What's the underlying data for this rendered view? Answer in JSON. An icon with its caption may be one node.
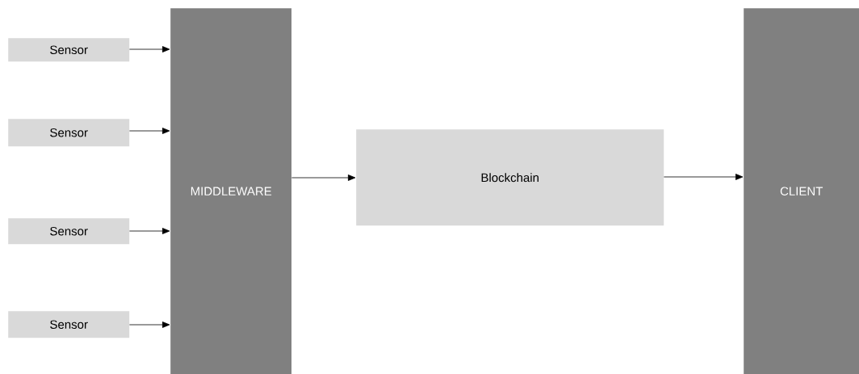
{
  "diagram": {
    "nodes": [
      {
        "text": [
          "Sensor"
        ]
      },
      {
        "text": [
          "Sensor"
        ]
      },
      {
        "text": [
          "Sensor"
        ]
      },
      {
        "text": [
          "Sensor"
        ]
      },
      {
        "text": [
          "MIDDLEWARE"
        ]
      },
      {
        "text": [
          "Blockchain"
        ]
      },
      {
        "text": [
          "CLIENT"
        ]
      }
    ],
    "edges": [
      {
        "from": 0,
        "to": 4,
        "arrow": "to"
      },
      {
        "from": 1,
        "to": 4,
        "arrow": "to"
      },
      {
        "from": 2,
        "to": 4,
        "arrow": "to"
      },
      {
        "from": 3,
        "to": 4,
        "arrow": "to"
      },
      {
        "from": 4,
        "to": 5,
        "arrow": "to"
      },
      {
        "from": 5,
        "to": 6,
        "arrow": "to"
      }
    ]
  }
}
